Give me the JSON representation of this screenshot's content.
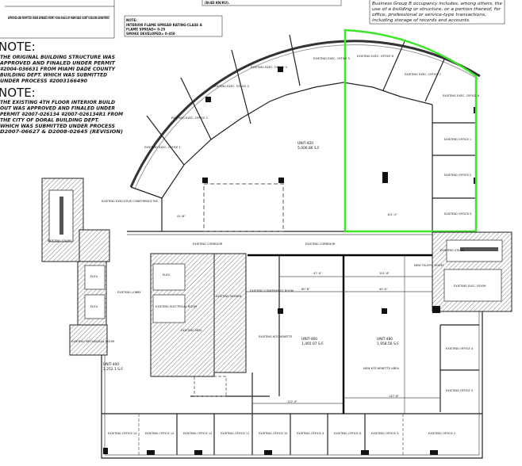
{
  "top_box_left": {
    "text": "APPROVED AND PERMITTED UNDER SEPARATE PERMIT #2004-036631 BY MIAMI DADE COUNTY BUILDING DEPARTMENT"
  },
  "top_box_mid": {
    "text": "(B/4D KN/KU)."
  },
  "flame_note": {
    "lines": [
      "NOTE:",
      "INTERIOR FLAME SPREAD RATING-CLASS A",
      "FLAME SPREAD= 0-25",
      "SMOKE DEVELOPED= 0-450"
    ]
  },
  "occupancy_note": {
    "lines": [
      "Business Group B occupancy includes, among others, the",
      "use of a building or structure, or a portion thereof, for",
      "office, professional or service-type transactions,",
      "including storage of records and accounts."
    ]
  },
  "notes": [
    {
      "heading": "NOTE:",
      "lines": [
        "THE ORIGINAL BUILDING STRUCTURE WAS",
        "APPROVED AND FINALED UNDER PERMIT",
        "#2004-036631 FROM MIAMI DADE COUNTY",
        "BUILDING DEPT. WHICH WAS SUBMITTED",
        "UNDER PROCESS #2003166490"
      ]
    },
    {
      "heading": "NOTE:",
      "lines": [
        "THE EXISTING 4TH FLOOR INTERIOR BUILD",
        "OUT WAS APPROVED AND FINALED UNDER",
        "PERMIT #2007-026134 #2007-026134R1 FROM",
        "THE CITY OF DORAL BUILDING DEPT.",
        "WHICH WAS SUBMITTED UNDER PROCESS",
        "D2007-06627 & D2008-02645 (REVISION)"
      ]
    }
  ],
  "highlight_color": "#3ee62a",
  "units": [
    {
      "name": "UNIT-420",
      "area": "5,006.86 S.F."
    },
    {
      "name": "UNIT-400",
      "area": "1,252.1 S.F."
    },
    {
      "name": "UNIT-460",
      "area": "1,465.07 S.F."
    },
    {
      "name": "UNIT-480",
      "area": "1,958.56 S.F."
    }
  ],
  "exec_offices": [
    "EXISTING EXEC. OFFICE 1",
    "EXISTING EXEC. OFFICE 2",
    "EXISTING EXEC. OFFICE 3",
    "EXISTING EXEC. OFFICE 4",
    "EXISTING EXEC. OFFICE 5",
    "EXISTING EXEC. OFFICE 6",
    "EXISTING EXEC. OFFICE 7",
    "EXISTING EXEC. OFFICE 8"
  ],
  "right_offices_upper": [
    "EXISTING OFFICE 1",
    "EXISTING OFFICE 2",
    "EXISTING OFFICE 3"
  ],
  "right_offices_lower": [
    "EXISTING OFFICE 4",
    "EXISTING OFFICE 5"
  ],
  "bottom_offices": [
    "EXISTING OFFICE 14",
    "EXISTING OFFICE 13",
    "EXISTING OFFICE 12",
    "EXISTING OFFICE 11",
    "EXISTING OFFICE 10",
    "EXISTING OFFICE 4",
    "EXISTING OFFICE 8",
    "EXISTING OFFICE 3",
    "EXISTING OFFICE 2"
  ],
  "rooms": {
    "conference": "EXISTING EXECUTIVE CONFERENCE RM.",
    "corridor_left": "EXISTING CORRIDOR",
    "corridor_right": "EXISTING CORRIDOR",
    "stairs_left": "EXISTING STAIRS",
    "stairs_right": "EXISTING STAIRS",
    "elev1": "ELEV.",
    "elev2": "ELEV.",
    "elev3": "ELEV.",
    "lobby": "EXISTING LOBBY",
    "electrical": "EXISTING ELECTRICAL ROOM",
    "mechanical": "EXISTING MECHANICAL ROOM",
    "womens": "EXISTING WOMEN",
    "mens": "EXISTING MEN",
    "conference_room": "EXISTING CONFERENCE ROOM",
    "kitchenette": "EXISTING KITCHENETTE",
    "new_kitchenette": "NEW KITCHENETTE AREA",
    "telephone": "NEW TELEPH. ROOM",
    "elec_room_right": "EXISTING ELEC. ROOM"
  },
  "dimensions": [
    "41'-8\"",
    "101'-2\"",
    "122'-4\"",
    "137'-8\"",
    "47'-4\"",
    "101'-8\"",
    "60'-8\"",
    "40'-0\""
  ]
}
